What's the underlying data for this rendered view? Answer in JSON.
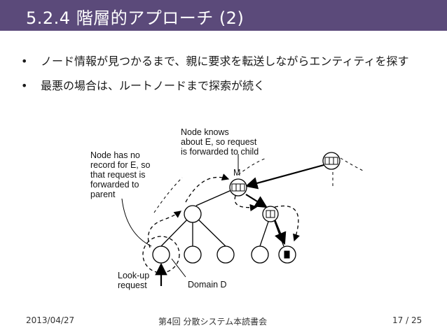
{
  "slide": {
    "title": "5.2.4 階層的アプローチ (2)",
    "bullets": [
      "ノード情報が見つかるまで、親に要求を転送しながらエンティティを探す",
      "最悪の場合は、ルートノードまで探索が続く"
    ],
    "bullet_symbol": "•",
    "title_bar_color": "#5b4a7a"
  },
  "figure": {
    "annotation_node_knows": "Node knows\nabout E, so request\nis forwarded to child",
    "annotation_no_record": "Node has no\nrecord for E, so\nthat request is\nforwarded to\nparent",
    "node_m_label": "M",
    "lookup_label": "Look-up\nrequest",
    "domain_label": "Domain D"
  },
  "footer": {
    "date": "2013/04/27",
    "center": "第4回 分散システム本読書会",
    "page": "17 / 25"
  }
}
